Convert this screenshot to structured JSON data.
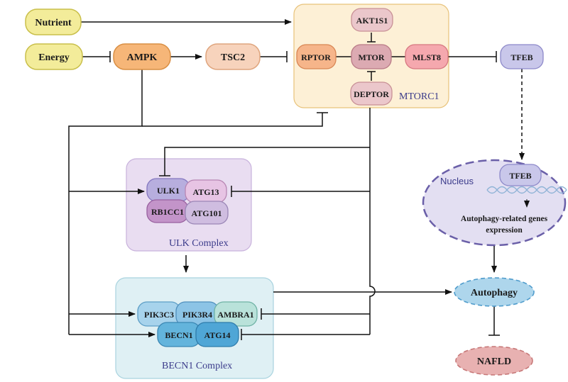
{
  "inputs": {
    "nutrient": "Nutrient",
    "energy": "Energy"
  },
  "kinases": {
    "ampk": "AMPK",
    "tsc2": "TSC2",
    "tfeb": "TFEB"
  },
  "mtorc1": {
    "caption": "MTORC1",
    "akt1s1": "AKT1S1",
    "rptor": "RPTOR",
    "mtor": "MTOR",
    "mlst8": "MLST8",
    "deptor": "DEPTOR"
  },
  "ulk": {
    "caption": "ULK Complex",
    "ulk1": "ULK1",
    "atg13": "ATG13",
    "rb1cc1": "RB1CC1",
    "atg101": "ATG101"
  },
  "becn1": {
    "caption": "BECN1 Complex",
    "pik3c3": "PIK3C3",
    "pik3r4": "PIK3R4",
    "ambra1": "AMBRA1",
    "becn1": "BECN1",
    "atg14": "ATG14"
  },
  "nucleus": {
    "label": "Nucleus",
    "tfeb": "TFEB",
    "genes_line1": "Autophagy-related genes",
    "genes_line2": "expression"
  },
  "outcomes": {
    "autophagy": "Autophagy",
    "nafld": "NAFLD"
  },
  "colors": {
    "input_fill": "#f3ec9a",
    "input_stroke": "#c9bf4a",
    "ampk_fill": "#f6b678",
    "tsc2_fill": "#f7d3bc",
    "mtorc1_bg": "#fdf0d6",
    "ulk_bg": "#e9ddf1",
    "becn_bg": "#dff0f4",
    "tfeb_fill": "#c9c7ea",
    "autophagy_fill": "#aed6ec",
    "nafld_fill": "#e8b1b1"
  }
}
